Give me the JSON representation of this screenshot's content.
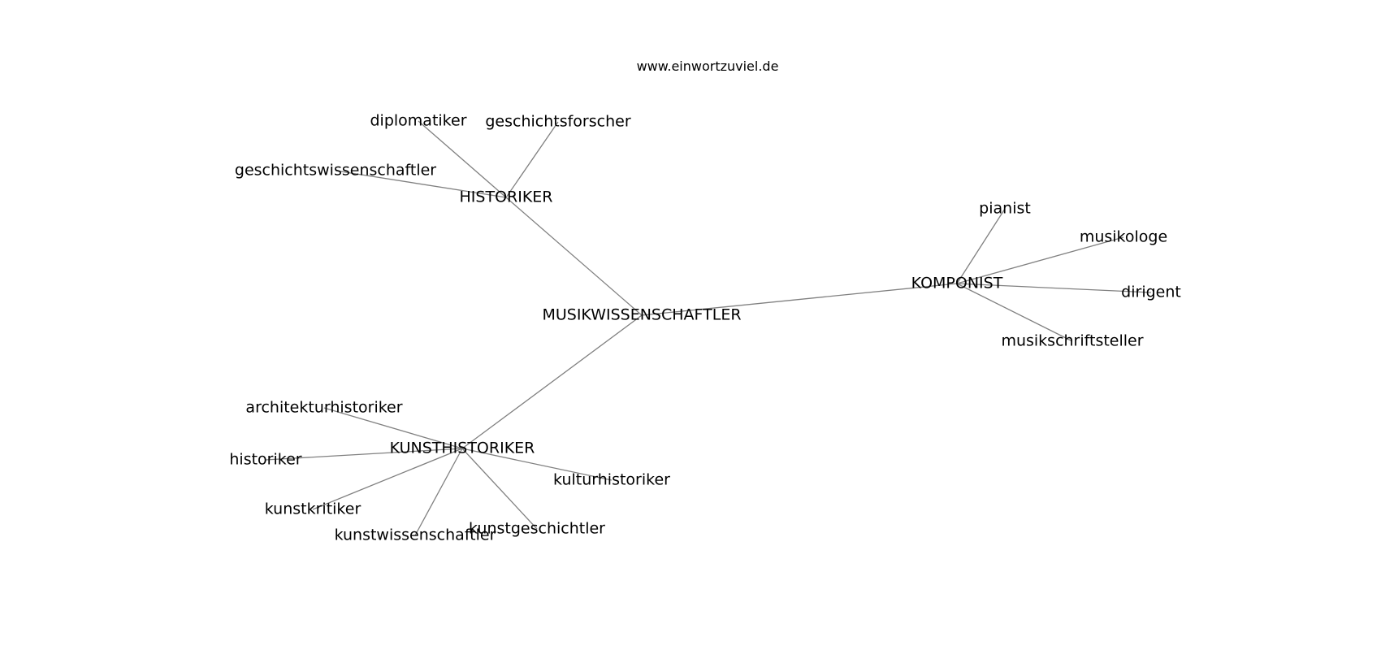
{
  "title": "www.einwortzuviel.de",
  "colors": {
    "edge": "#808080",
    "text": "#000000",
    "background": "#ffffff"
  },
  "graph": {
    "center": "MUSIKWISSENSCHAFTLER",
    "hubs": [
      {
        "label": "HISTORIKER",
        "children": [
          "diplomatiker",
          "geschichtsforscher",
          "geschichtswissenschaftler"
        ]
      },
      {
        "label": "KOMPONIST",
        "children": [
          "pianist",
          "musikologe",
          "dirigent",
          "musikschriftsteller"
        ]
      },
      {
        "label": "KUNSTHISTORIKER",
        "children": [
          "architekturhistoriker",
          "historiker",
          "kunstkritiker",
          "kunstwissenschaftler",
          "kunstgeschichtler",
          "kulturhistoriker"
        ]
      }
    ]
  }
}
